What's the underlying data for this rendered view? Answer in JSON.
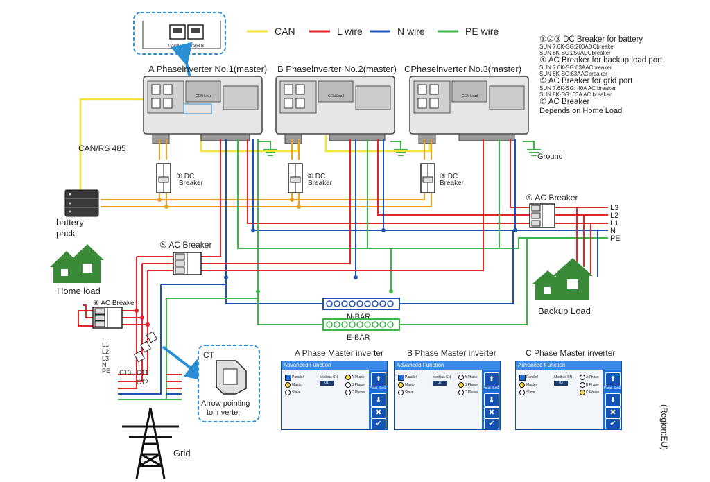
{
  "legend": {
    "can": "CAN",
    "l_wire": "L wire",
    "n_wire": "N wire",
    "pe_wire": "PE wire"
  },
  "colors": {
    "can": "#f5e23a",
    "l_wire": "#e0242a",
    "n_wire": "#1f4fb8",
    "pe_wire": "#3cb54a",
    "dc": "#f0a020",
    "callout": "#2b8fd6"
  },
  "parallel_port": {
    "text": "Parallel AParallel B"
  },
  "inverters": [
    {
      "title": "A Phaselnverter No.1(master)"
    },
    {
      "title": "B Phaselnverter No.2(master)"
    },
    {
      "title": "CPhaselnverter No.3(master)"
    }
  ],
  "inverter_label": "GEN Load",
  "dc_breakers": [
    {
      "num": "①",
      "label": "DC",
      "sub": "Breaker"
    },
    {
      "num": "②",
      "label": "DC",
      "sub": "Breaker"
    },
    {
      "num": "③",
      "label": "DC",
      "sub": "Breaker"
    }
  ],
  "notes": [
    {
      "text": "①②③ DC Breaker for battery",
      "size": "big"
    },
    {
      "text": "SUN 7.6K-SG:200ADCbreaker",
      "size": "small"
    },
    {
      "text": "SUN 8K-SG:250ADCbreaker",
      "size": "small"
    },
    {
      "text": "④ AC Breaker for backup load port",
      "size": "big"
    },
    {
      "text": "SUN 7.6K-SG:63AACbreaker",
      "size": "small"
    },
    {
      "text": "SUN 8K-SG:63AACbreaker",
      "size": "small"
    },
    {
      "text": "⑤ AC Breaker for grid port",
      "size": "big"
    },
    {
      "text": "SUN 7.6K-SG: 40A AC breaker",
      "size": "small"
    },
    {
      "text": "SUN 8K-SG: 63A AC breaker",
      "size": "small"
    },
    {
      "text": "⑥ AC Breaker",
      "size": "big"
    },
    {
      "text": "Depends on Home Load",
      "size": "normal"
    }
  ],
  "labels": {
    "can_rs485": "CAN/RS 485",
    "battery": "battery",
    "pack": "pack",
    "ground": "Ground",
    "ac_breaker_4": "④ AC Breaker",
    "ac_breaker_5": "⑤ AC Breaker",
    "ac_breaker_6": "⑥ AC Breaker",
    "home_load": "Home load",
    "backup_load": "Backup Load",
    "n_bar": "N-BAR",
    "e_bar": "E-BAR",
    "grid": "Grid",
    "region": "(Region:EU)",
    "ct_title": "CT",
    "ct_caption1": "Arrow pointing",
    "ct_caption2": "to inverter",
    "ct1": "CT1",
    "ct2": "CT2",
    "ct3": "CT3",
    "backup_phases": [
      "L3",
      "L2",
      "L1",
      "N",
      "PE"
    ],
    "grid_phases": [
      "L1",
      "L2",
      "L3",
      "N",
      "PE"
    ]
  },
  "panels": [
    {
      "heading": "A Phase Master inverter",
      "title": "Advanced Function",
      "parallel": "Parallel",
      "modbus": "Modbus SN",
      "sn": "01",
      "master": "Master",
      "slave": "Slave",
      "phases": [
        "A Phase",
        "B Phase",
        "C Phase"
      ],
      "selected_phase": 0,
      "side_label": "Paral. Set3"
    },
    {
      "heading": "B Phase Master inverter",
      "title": "Advanced Function",
      "parallel": "Parallel",
      "modbus": "Modbus SN",
      "sn": "02",
      "master": "Master",
      "slave": "Slave",
      "phases": [
        "A Phase",
        "B Phase",
        "C Phase"
      ],
      "selected_phase": 1,
      "side_label": "Paral. Set3"
    },
    {
      "heading": "C Phase Master inverter",
      "title": "Advanced Function",
      "parallel": "Parallel",
      "modbus": "Modbus SN",
      "sn": "03",
      "master": "Master",
      "slave": "Slave",
      "phases": [
        "A Phase",
        "B Phase",
        "C Phase"
      ],
      "selected_phase": 2,
      "side_label": "Paral. Set3"
    }
  ]
}
